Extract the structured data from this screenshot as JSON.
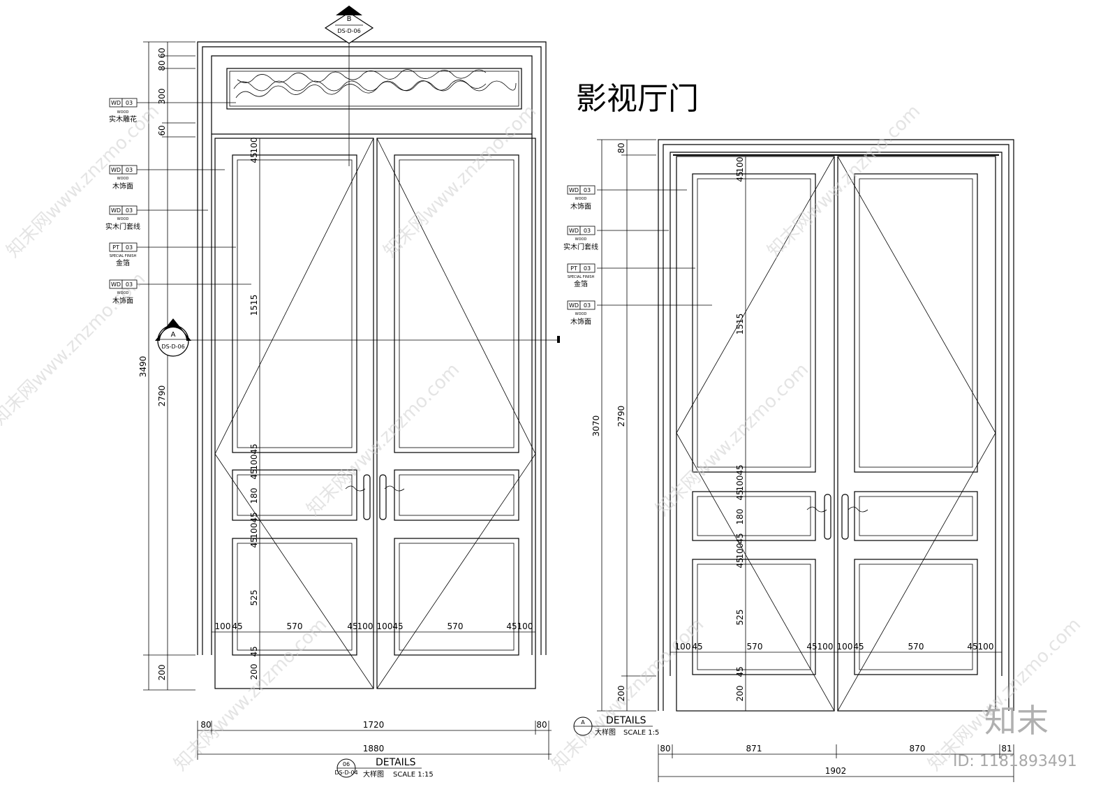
{
  "title": "影视厅门",
  "section_marks": {
    "top": {
      "letter": "B",
      "ref": "DS-D-06"
    },
    "left": {
      "letter": "A",
      "ref": "DS-D-06"
    }
  },
  "left_elevation": {
    "callouts": [
      {
        "code": "WD",
        "num": "03",
        "sub": "WOOD",
        "label": "实木雕花"
      },
      {
        "code": "WD",
        "num": "03",
        "sub": "WOOD",
        "label": "木饰面"
      },
      {
        "code": "WD",
        "num": "03",
        "sub": "WOOD",
        "label": "实木门套线"
      },
      {
        "code": "PT",
        "num": "03",
        "sub": "SPECIAL FINISH",
        "label": "金箔"
      },
      {
        "code": "WD",
        "num": "03",
        "sub": "WOOD",
        "label": "木饰面"
      }
    ],
    "vertical_dims": {
      "outer": [
        "60",
        "80",
        "300",
        "60",
        "3490",
        "2790",
        "200"
      ],
      "inner": [
        "100",
        "45",
        "1515",
        "45",
        "100",
        "45",
        "180",
        "45",
        "100",
        "45",
        "525",
        "45",
        "200"
      ]
    },
    "horizontal_dims": [
      "100",
      "45",
      "570",
      "45",
      "100",
      "100",
      "45",
      "570",
      "45",
      "100"
    ],
    "bottom_dims": {
      "a": "80",
      "b": "1720",
      "c": "80",
      "total": "1880"
    },
    "detail": {
      "num": "06",
      "ref": "DS-D-04",
      "label": "DETAILS",
      "cn": "大样图",
      "scale": "SCALE 1:15"
    }
  },
  "right_elevation": {
    "callouts": [
      {
        "code": "WD",
        "num": "03",
        "sub": "WOOD",
        "label": "木饰面"
      },
      {
        "code": "WD",
        "num": "03",
        "sub": "WOOD",
        "label": "实木门套线"
      },
      {
        "code": "PT",
        "num": "03",
        "sub": "SPECIAL FINISH",
        "label": "金箔"
      },
      {
        "code": "WD",
        "num": "03",
        "sub": "WOOD",
        "label": "木饰面"
      }
    ],
    "vertical_dims": {
      "outer": [
        "80",
        "3070",
        "2790",
        "200"
      ],
      "inner": [
        "100",
        "45",
        "1515",
        "45",
        "100",
        "45",
        "180",
        "45",
        "100",
        "45",
        "525",
        "45",
        "200"
      ]
    },
    "horizontal_dims": [
      "100",
      "45",
      "570",
      "45",
      "100",
      "100",
      "45",
      "570",
      "45",
      "100"
    ],
    "bottom_dims": {
      "a": "80",
      "b": "871",
      "c": "870",
      "d": "81",
      "total": "1902"
    },
    "detail": {
      "num": "A",
      "label": "DETAILS",
      "cn": "大样图",
      "scale": "SCALE 1:5"
    }
  },
  "watermark": {
    "text": "知末网www.znzmo.com",
    "logo": "知末",
    "id": "ID: 1181893491"
  }
}
